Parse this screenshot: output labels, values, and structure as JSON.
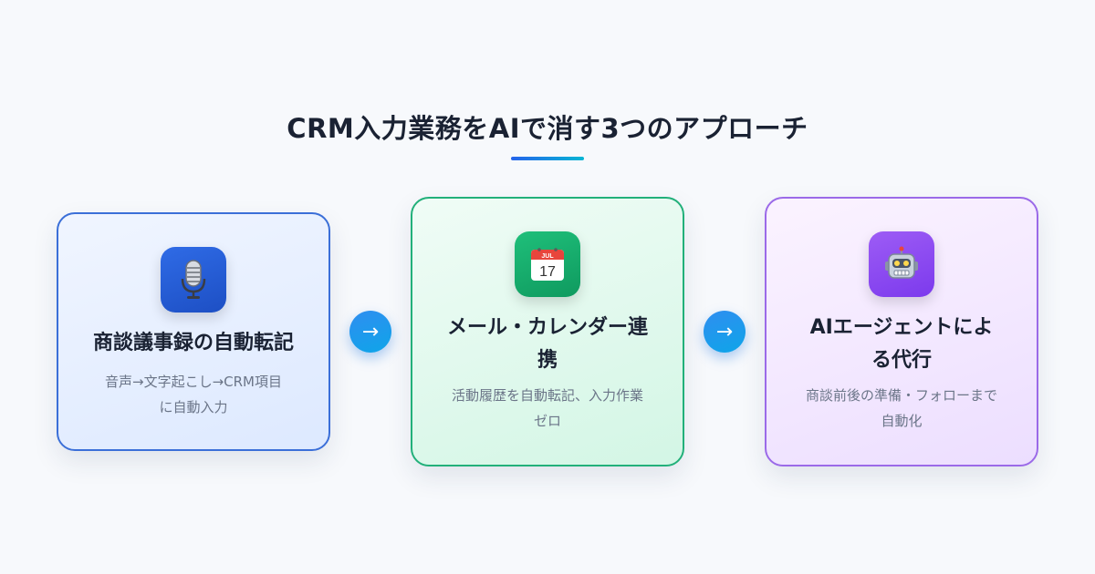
{
  "title": "CRM入力業務をAIで消す3つのアプローチ",
  "cards": [
    {
      "icon": "microphone-icon",
      "title": "商談議事録の自動転記",
      "description_lines": [
        "音声→文字起こし→CRM項目",
        "に自動入力"
      ]
    },
    {
      "icon": "calendar-icon",
      "icon_month": "JUL",
      "icon_day": "17",
      "title_lines": [
        "メール・カレンダー連",
        "携"
      ],
      "description_lines": [
        "活動履歴を自動転記、入力作業",
        "ゼロ"
      ]
    },
    {
      "icon": "robot-icon",
      "title_lines": [
        "AIエージェントによ",
        "る代行"
      ],
      "description_lines": [
        "商談前後の準備・フォローまで",
        "自動化"
      ]
    }
  ],
  "arrows": [
    "→",
    "→"
  ],
  "colors": {
    "card1_border": "#3b6fd8",
    "card2_border": "#22b07a",
    "card3_border": "#9b6ae8",
    "accent_gradient_start": "#2563eb",
    "accent_gradient_end": "#06b6d4"
  }
}
